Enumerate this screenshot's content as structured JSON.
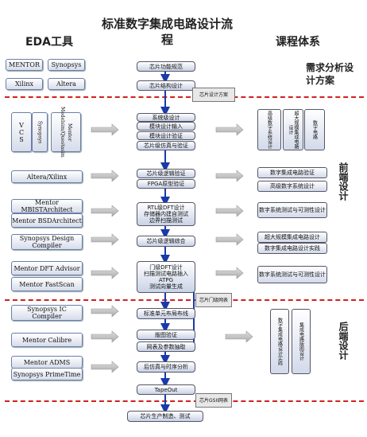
{
  "headers": {
    "eda": "EDA工具",
    "flow_title": "标准数字集成电路设计流程",
    "courses": "课程体系"
  },
  "side_labels": {
    "req": "需求分析设计方案",
    "front": "前端设计",
    "back": "后端设计"
  },
  "tools": [
    {
      "text": "MENTOR"
    },
    {
      "text": "Synopsys"
    },
    {
      "text": "Xilinx"
    },
    {
      "text": "Altera"
    },
    {
      "text": "VCS"
    },
    {
      "text": "Synopsys"
    },
    {
      "text": "Mentor Modelsim/Questasim"
    },
    {
      "text": "Altera/Xilinx"
    },
    {
      "text": "Mentor MBISTArchitect"
    },
    {
      "text": "Mentor BSDArchitect"
    },
    {
      "text": "Synopsys Design Compiler"
    },
    {
      "text": "Mentor DFT Advisor"
    },
    {
      "text": "Mentor FastScan"
    },
    {
      "text": "Synopsys IC Compiler"
    },
    {
      "text": "Mentor Calibre"
    },
    {
      "text": "Mentor ADMS"
    },
    {
      "text": "Synopsys PrimeTime"
    }
  ],
  "flow": [
    {
      "text": "芯片功能规范"
    },
    {
      "text": "芯片结构设计"
    },
    {
      "text": "系统级设计"
    },
    {
      "text": "模块设计输入"
    },
    {
      "text": "模块设计验证"
    },
    {
      "text": "芯片级仿真与验证"
    },
    {
      "text": "芯片级逻辑验证"
    },
    {
      "text": "FPGA原型验证"
    },
    {
      "text": "RTL级DFT设计"
    },
    {
      "text": "存储器内建自测试"
    },
    {
      "text": "边界扫描测试"
    },
    {
      "text": "芯片级逻辑综合"
    },
    {
      "text": "门级DFT设计"
    },
    {
      "text": "扫描测试电路插入"
    },
    {
      "text": "ATPG"
    },
    {
      "text": "测试向量生成"
    },
    {
      "text": "标准单元布局布线"
    },
    {
      "text": "版图验证"
    },
    {
      "text": "网表及参数抽取"
    },
    {
      "text": "后仿真与时序分析"
    },
    {
      "text": "TapeOut"
    },
    {
      "text": "芯片生产制造、测试"
    }
  ],
  "milestones": [
    {
      "text": "芯片设计方案"
    },
    {
      "text": "芯片门级网表"
    },
    {
      "text": "芯片GSII网表"
    }
  ],
  "courses": [
    {
      "text": "高级数字系统设计"
    },
    {
      "text": "超大规模集成电路设计"
    },
    {
      "text": "数字电路"
    },
    {
      "text": "数字集成电路验证"
    },
    {
      "text": "高级数字系统设计"
    },
    {
      "text": "数字系统测试与可测性设计"
    },
    {
      "text": "超大规模集成电路设计"
    },
    {
      "text": "数字集成电路设计实践"
    },
    {
      "text": "数字系统测试与可测性设计"
    },
    {
      "text": "数字集成电路设计实践"
    },
    {
      "text": "集成电路版图设计"
    }
  ]
}
